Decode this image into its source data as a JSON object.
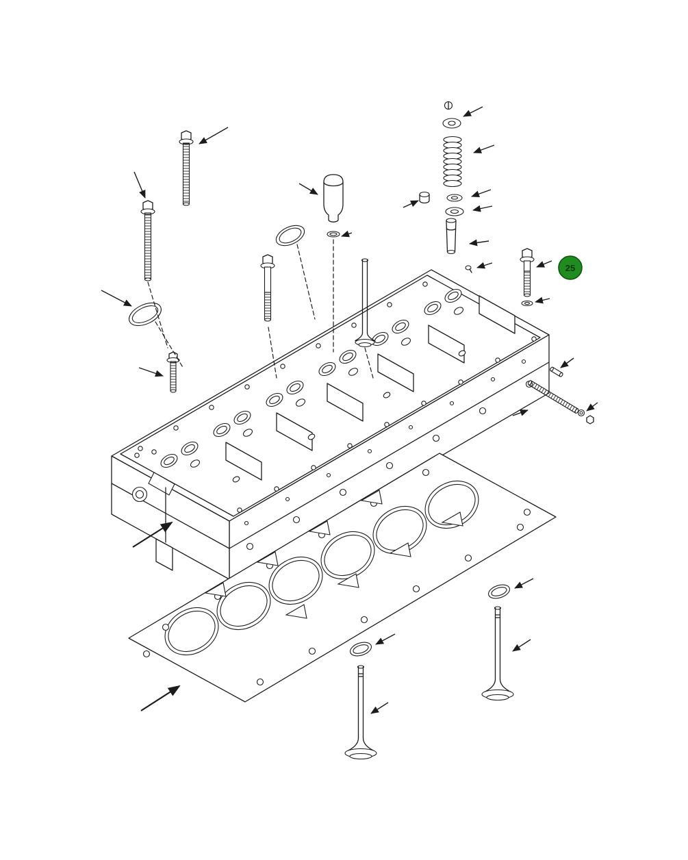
{
  "page": {
    "background": "#ffffff",
    "line_color": "#1c1c1c"
  },
  "callout": {
    "label": "25",
    "fill": "#1e8c1e",
    "stroke": "#0a520a",
    "text_color": "#0d3b0d"
  },
  "part_names": [
    "valve-keeper",
    "valve-spring-retainer",
    "valve-spring",
    "valve-stem-seal",
    "spring-seat-washer",
    "valve-guide",
    "tappet-sleeve",
    "cup-plug",
    "cylinder-head-bolt",
    "cylinder-head-stud",
    "cylinder-head",
    "cylinder-head-gasket",
    "intake-valve",
    "exhaust-valve",
    "dowel-stud",
    "nut",
    "washer"
  ]
}
